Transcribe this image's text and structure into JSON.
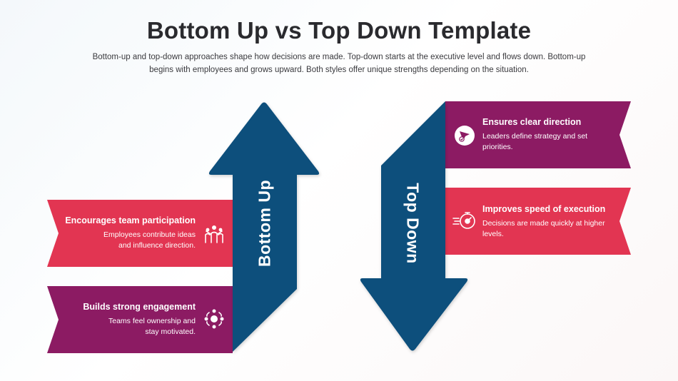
{
  "title": "Bottom Up vs Top Down Template",
  "subtitle": "Bottom-up and top-down approaches shape how decisions are made. Top-down starts at the executive level and flows down. Bottom-up begins with employees and grows upward. Both styles offer unique strengths depending on the situation.",
  "colors": {
    "arrow": "#0f4f7c",
    "red": "#e23552",
    "purple": "#8c1b63"
  },
  "bottom_up": {
    "label": "Bottom Up",
    "items": [
      {
        "heading": "Encourages team participation",
        "text": "Employees contribute ideas and influence direction.",
        "icon": "team-icon"
      },
      {
        "heading": "Builds strong engagement",
        "text": "Teams feel ownership and stay motivated.",
        "icon": "engagement-icon"
      }
    ]
  },
  "top_down": {
    "label": "Top Down",
    "items": [
      {
        "heading": "Ensures clear direction",
        "text": "Leaders define strategy and set priorities.",
        "icon": "direction-icon"
      },
      {
        "heading": "Improves speed of execution",
        "text": "Decisions are made quickly at higher levels.",
        "icon": "speed-icon"
      }
    ]
  }
}
